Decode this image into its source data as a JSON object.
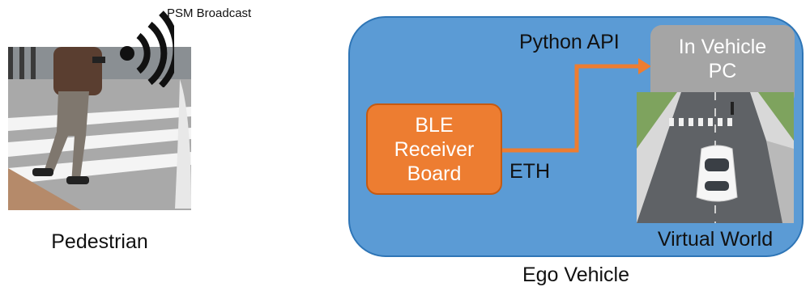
{
  "pedestrian": {
    "signal_label": "PSM Broadcast",
    "caption": "Pedestrian",
    "icons": [
      "wifi-signal-icon"
    ]
  },
  "ego_vehicle": {
    "caption": "Ego Vehicle",
    "api_label": "Python API",
    "eth_label": "ETH",
    "pc": {
      "line1": "In Vehicle",
      "line2": "PC"
    },
    "ble": {
      "line1": "BLE",
      "line2": "Receiver",
      "line3": "Board"
    },
    "world_caption": "Virtual World"
  },
  "colors": {
    "ego_fill": "#5b9bd5",
    "ble_fill": "#ed7d31",
    "pc_fill": "#a5a5a5",
    "arrow": "#ed7d31"
  }
}
